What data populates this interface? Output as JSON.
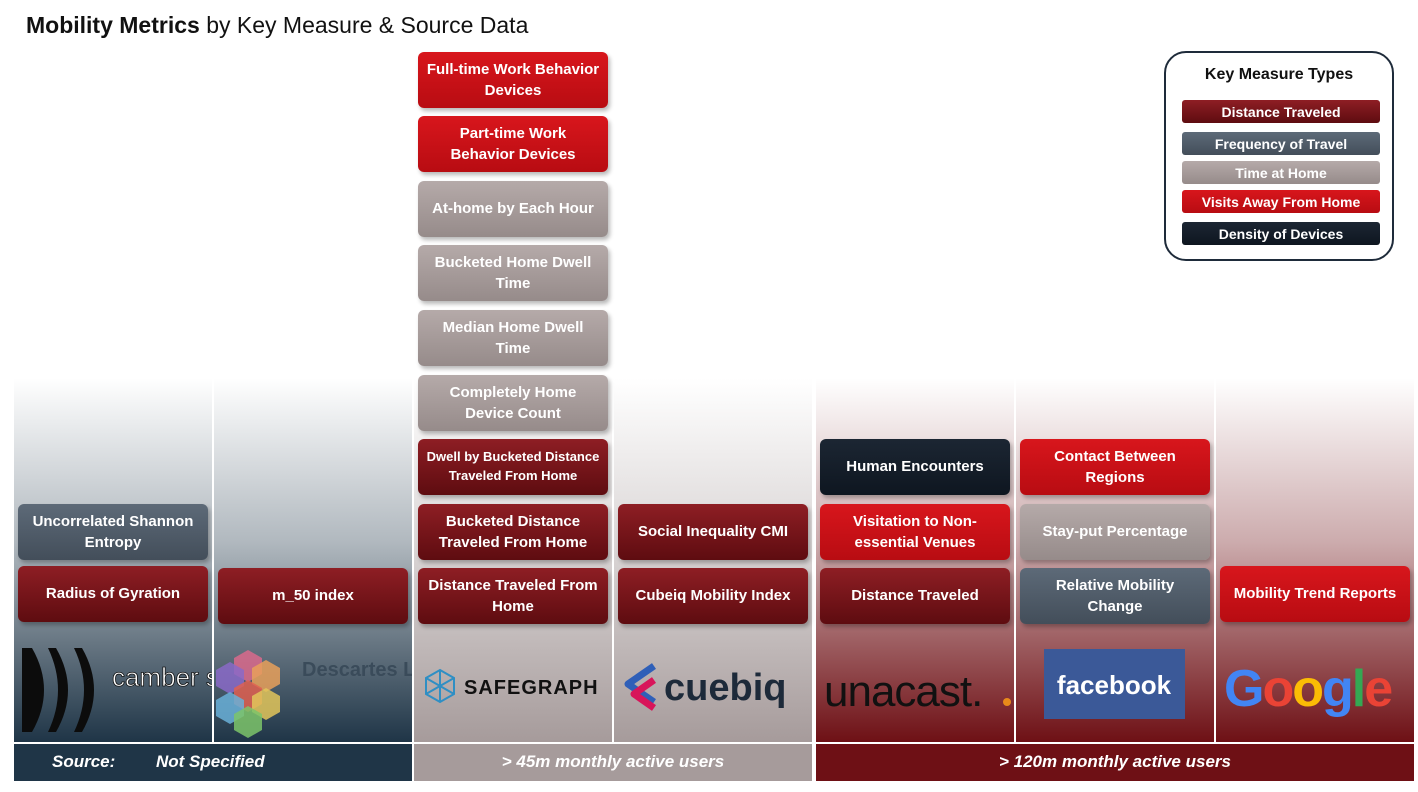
{
  "title": {
    "bold": "Mobility Metrics",
    "rest": "by Key Measure & Source Data"
  },
  "colors": {
    "distance_traveled": "#7a161b",
    "frequency_of_travel": "#505c69",
    "time_at_home": "#a59a99",
    "visits_away_from_home": "#cc1016",
    "density_of_devices": "#141e2a",
    "footer_not_specified": "#1f3547",
    "footer_45m": "#a69b9b",
    "footer_120m": "#6e1015"
  },
  "legend": {
    "title": "Key Measure Types",
    "items": [
      {
        "label": "Distance Traveled",
        "type": "dist"
      },
      {
        "label": "Frequency of Travel",
        "type": "freq"
      },
      {
        "label": "Time at Home",
        "type": "home"
      },
      {
        "label": "Visits Away From Home",
        "type": "visit"
      },
      {
        "label": "Density of Devices",
        "type": "dens"
      }
    ]
  },
  "columns": [
    {
      "source": "camber systems",
      "logo_icon": "camber-logo",
      "metrics": [
        {
          "label": "Uncorrelated Shannon Entropy",
          "type": "freq"
        },
        {
          "label": "Radius of Gyration",
          "type": "dist"
        }
      ]
    },
    {
      "source": "Descartes Labs",
      "logo_icon": "descartes-logo",
      "metrics": [
        {
          "label": "m_50 index",
          "type": "dist"
        }
      ]
    },
    {
      "source": "SAFEGRAPH",
      "logo_icon": "safegraph-logo",
      "metrics": [
        {
          "label": "Full-time Work Behavior Devices",
          "type": "visit"
        },
        {
          "label": "Part-time Work Behavior Devices",
          "type": "visit"
        },
        {
          "label": "At-home by Each Hour",
          "type": "home"
        },
        {
          "label": "Bucketed Home Dwell Time",
          "type": "home"
        },
        {
          "label": "Median Home Dwell Time",
          "type": "home"
        },
        {
          "label": "Completely Home Device Count",
          "type": "home"
        },
        {
          "label": "Dwell by  Bucketed Distance Traveled From Home",
          "type": "dist"
        },
        {
          "label": "Bucketed Distance Traveled From Home",
          "type": "dist"
        },
        {
          "label": "Distance Traveled From Home",
          "type": "dist"
        }
      ]
    },
    {
      "source": "cuebiq",
      "logo_icon": "cuebiq-logo",
      "metrics": [
        {
          "label": "Social Inequality CMI",
          "type": "dist"
        },
        {
          "label": "Cubeiq Mobility Index",
          "type": "dist"
        }
      ]
    },
    {
      "source": "unacast.",
      "logo_icon": "unacast-logo",
      "metrics": [
        {
          "label": "Human Encounters",
          "type": "dens"
        },
        {
          "label": "Visitation to Non-essential Venues",
          "type": "visit"
        },
        {
          "label": "Distance Traveled",
          "type": "dist"
        }
      ]
    },
    {
      "source": "facebook",
      "logo_icon": "facebook-logo",
      "metrics": [
        {
          "label": "Contact Between Regions",
          "type": "visit"
        },
        {
          "label": "Stay-put Percentage",
          "type": "home"
        },
        {
          "label": "Relative Mobility Change",
          "type": "freq"
        }
      ]
    },
    {
      "source": "Google",
      "logo_icon": "google-logo",
      "metrics": [
        {
          "label": "Mobility Trend Reports",
          "type": "visit"
        }
      ]
    }
  ],
  "footer": {
    "source_label": "Source:",
    "not_specified": "Not Specified",
    "mid_45m": "> 45m monthly active users",
    "mid_120m": "> 120m monthly active users"
  }
}
